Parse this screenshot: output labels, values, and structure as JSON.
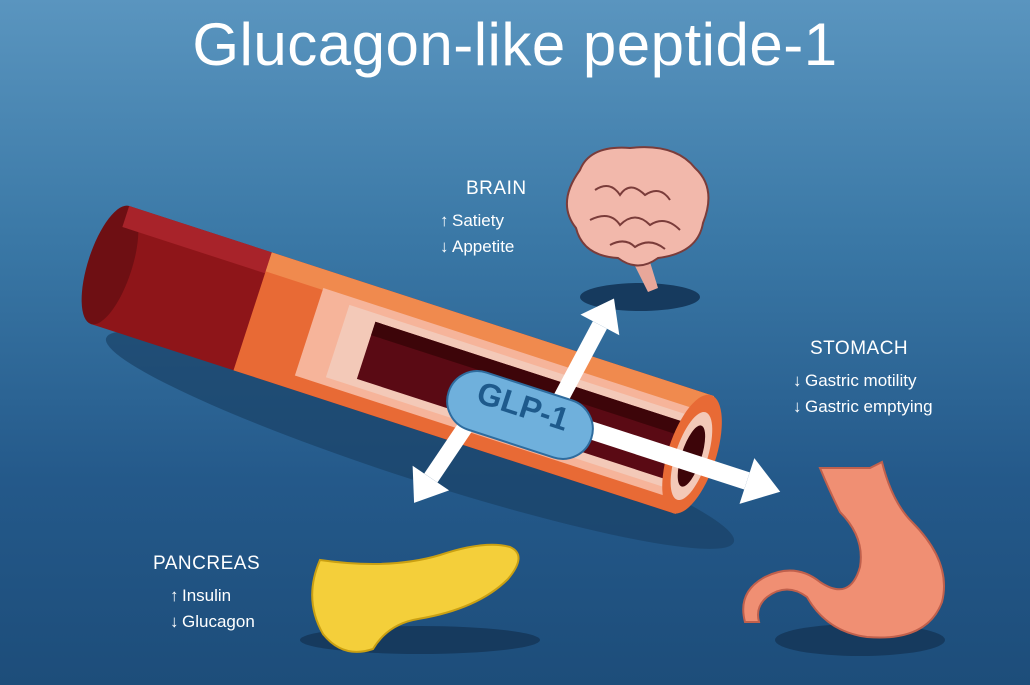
{
  "title": "Glucagon-like peptide-1",
  "pill": "GLP-1",
  "brain": {
    "heading": "BRAIN",
    "effects": [
      {
        "dir": "↑",
        "text": "Satiety"
      },
      {
        "dir": "↓",
        "text": "Appetite"
      }
    ]
  },
  "stomach": {
    "heading": "STOMACH",
    "effects": [
      {
        "dir": "↓",
        "text": "Gastric motility"
      },
      {
        "dir": "↓",
        "text": "Gastric emptying"
      }
    ]
  },
  "pancreas": {
    "heading": "PANCREAS",
    "effects": [
      {
        "dir": "↑",
        "text": "Insulin"
      },
      {
        "dir": "↓",
        "text": "Glucagon"
      }
    ]
  }
}
